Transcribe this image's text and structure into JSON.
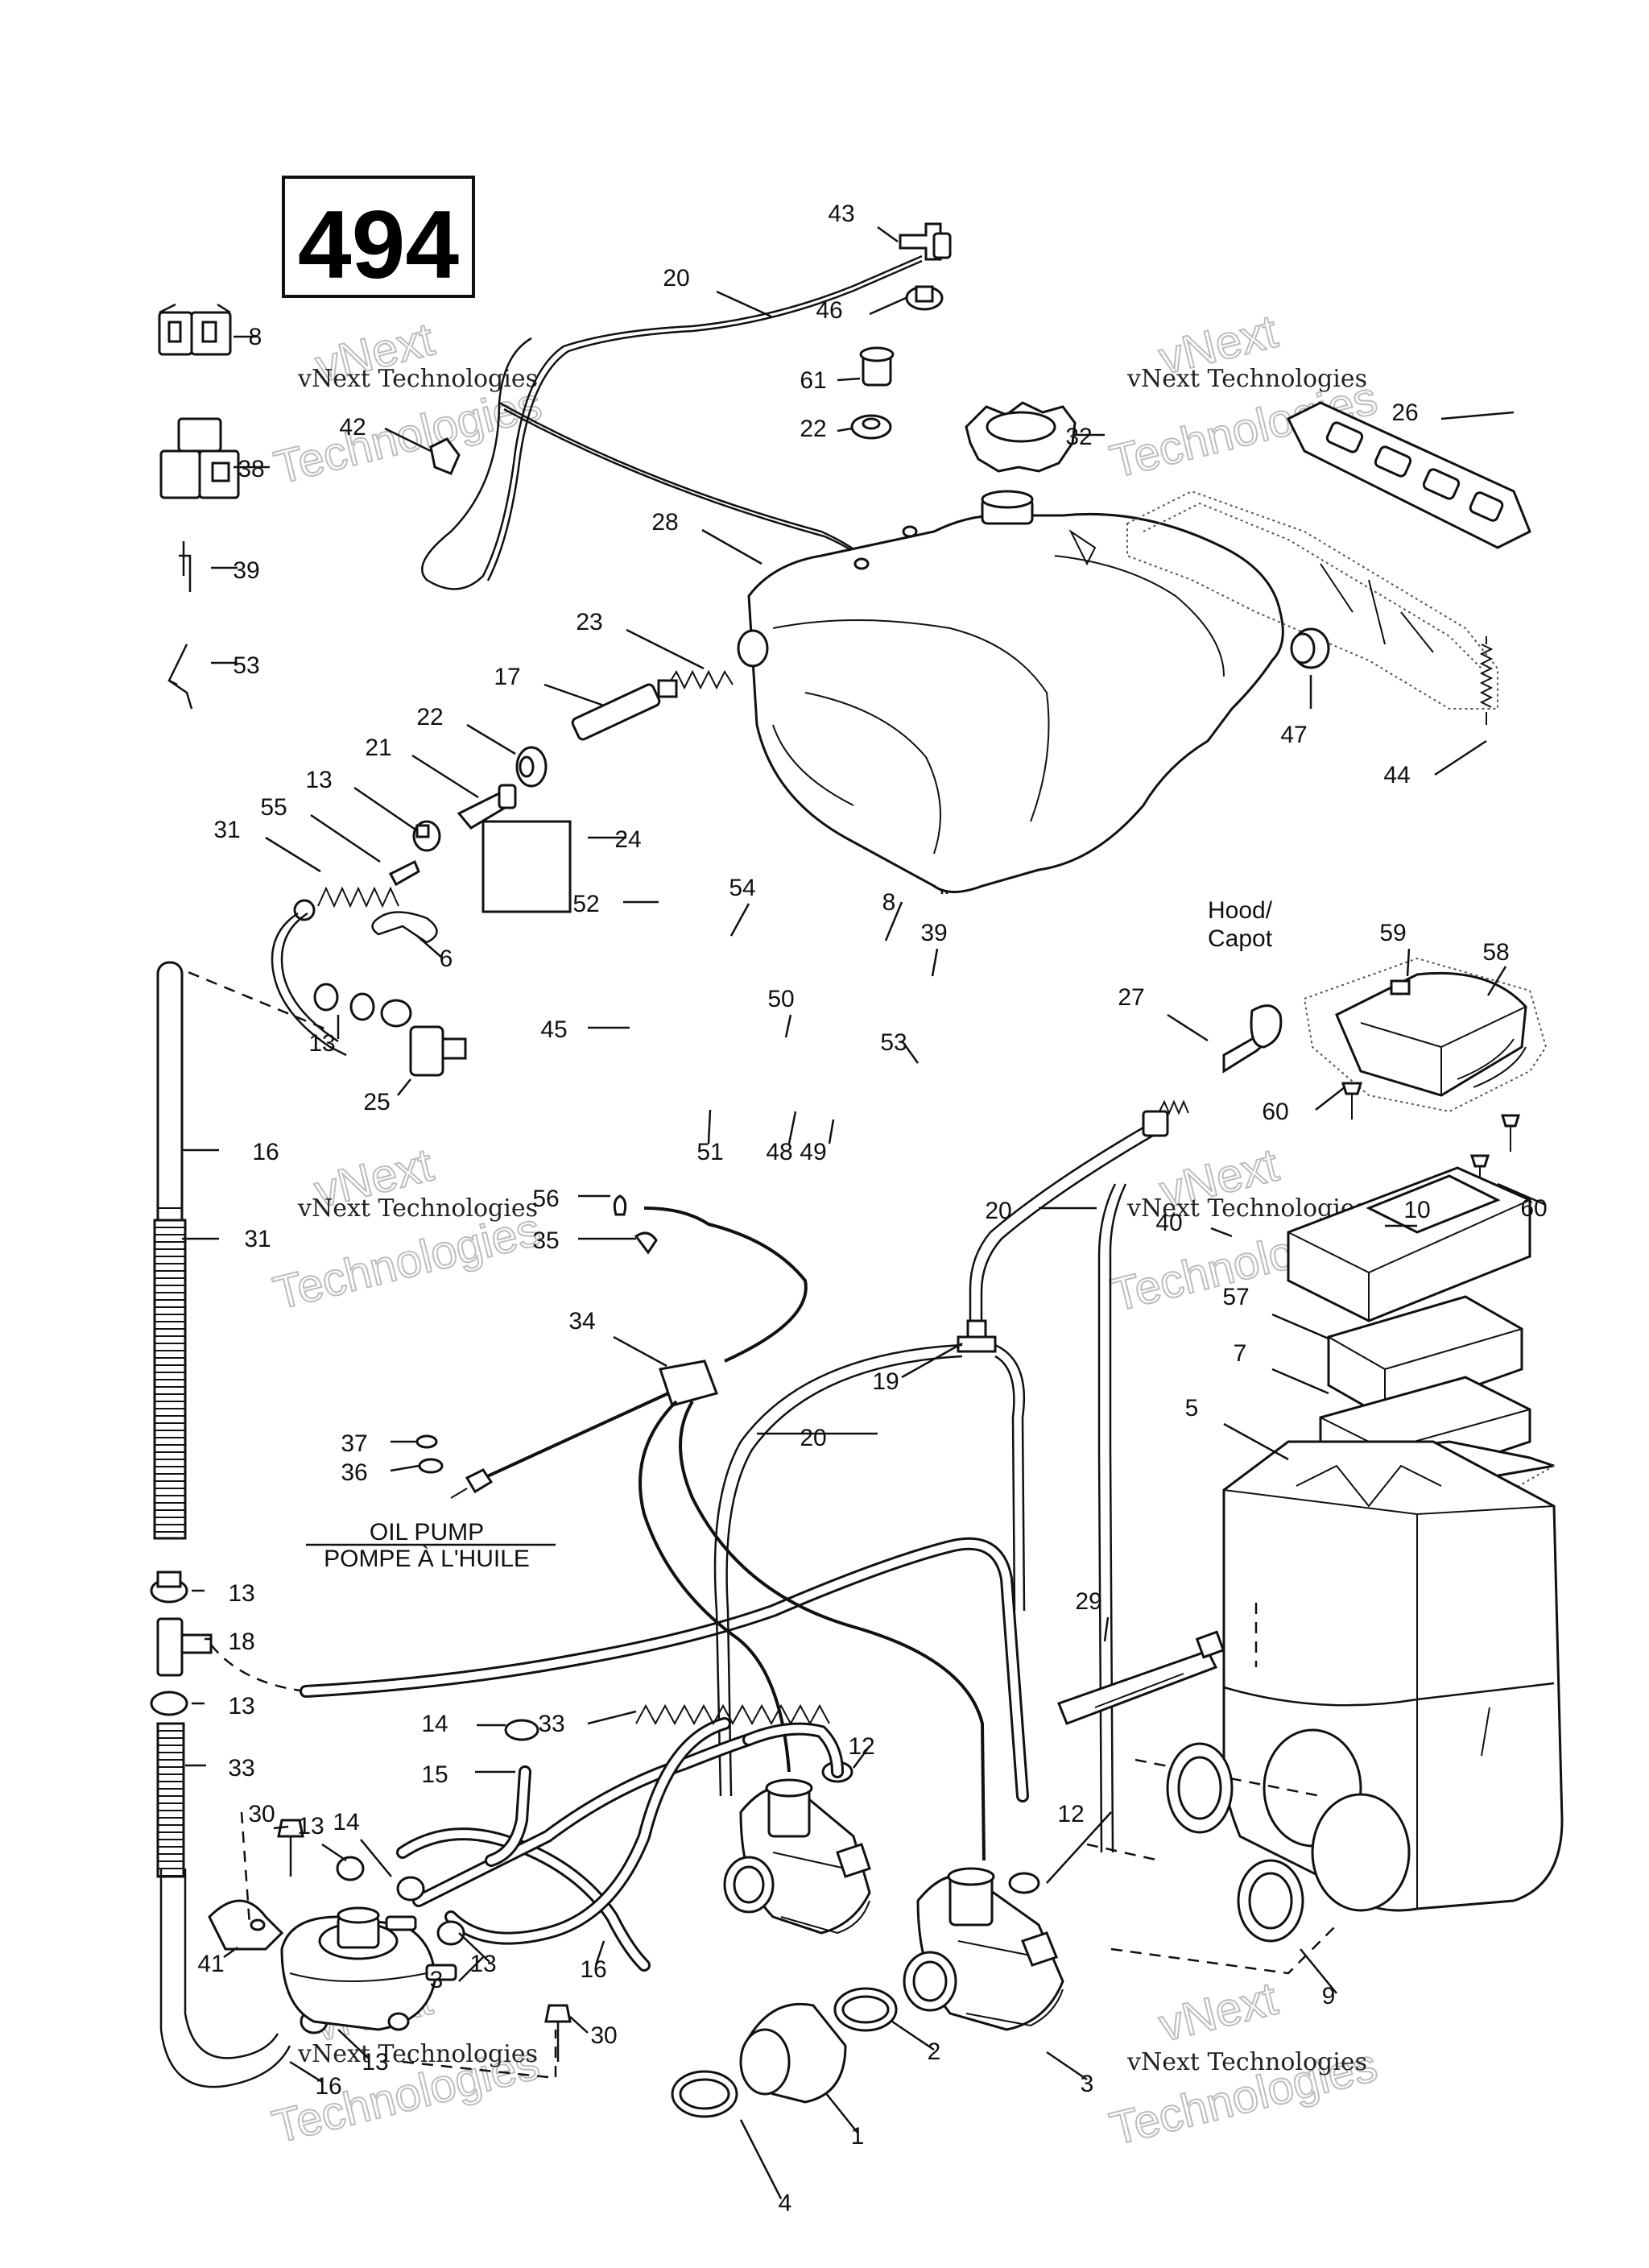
{
  "page_number": "494",
  "watermark": {
    "line1": "vNext",
    "line2": "Technologies",
    "caption": "vNext Technologies"
  },
  "notes": {
    "hood": [
      "Hood/",
      "Capot"
    ],
    "oil_pump": [
      "OIL PUMP",
      "POMPE À L'HUILE"
    ]
  },
  "callouts": [
    {
      "n": "43"
    },
    {
      "n": "20"
    },
    {
      "n": "46"
    },
    {
      "n": "8"
    },
    {
      "n": "61"
    },
    {
      "n": "22"
    },
    {
      "n": "32"
    },
    {
      "n": "26"
    },
    {
      "n": "42"
    },
    {
      "n": "38"
    },
    {
      "n": "28"
    },
    {
      "n": "39"
    },
    {
      "n": "23"
    },
    {
      "n": "53"
    },
    {
      "n": "17"
    },
    {
      "n": "47"
    },
    {
      "n": "44"
    },
    {
      "n": "22"
    },
    {
      "n": "21"
    },
    {
      "n": "13"
    },
    {
      "n": "55"
    },
    {
      "n": "31"
    },
    {
      "n": "24"
    },
    {
      "n": "52"
    },
    {
      "n": "54"
    },
    {
      "n": "8"
    },
    {
      "n": "6"
    },
    {
      "n": "39"
    },
    {
      "n": "58"
    },
    {
      "n": "59"
    },
    {
      "n": "27"
    },
    {
      "n": "50"
    },
    {
      "n": "45"
    },
    {
      "n": "53"
    },
    {
      "n": "13"
    },
    {
      "n": "25"
    },
    {
      "n": "60"
    },
    {
      "n": "51"
    },
    {
      "n": "48"
    },
    {
      "n": "49"
    },
    {
      "n": "16"
    },
    {
      "n": "10"
    },
    {
      "n": "56"
    },
    {
      "n": "40"
    },
    {
      "n": "60"
    },
    {
      "n": "20"
    },
    {
      "n": "31"
    },
    {
      "n": "35"
    },
    {
      "n": "57"
    },
    {
      "n": "34"
    },
    {
      "n": "7"
    },
    {
      "n": "19"
    },
    {
      "n": "5"
    },
    {
      "n": "20"
    },
    {
      "n": "37"
    },
    {
      "n": "36"
    },
    {
      "n": "13"
    },
    {
      "n": "29"
    },
    {
      "n": "18"
    },
    {
      "n": "13"
    },
    {
      "n": "33"
    },
    {
      "n": "14"
    },
    {
      "n": "12"
    },
    {
      "n": "33"
    },
    {
      "n": "15"
    },
    {
      "n": "30"
    },
    {
      "n": "13"
    },
    {
      "n": "14"
    },
    {
      "n": "12"
    },
    {
      "n": "41"
    },
    {
      "n": "13"
    },
    {
      "n": "16"
    },
    {
      "n": "9"
    },
    {
      "n": "3"
    },
    {
      "n": "30"
    },
    {
      "n": "13"
    },
    {
      "n": "16"
    },
    {
      "n": "2"
    },
    {
      "n": "3"
    },
    {
      "n": "1"
    },
    {
      "n": "4"
    }
  ]
}
